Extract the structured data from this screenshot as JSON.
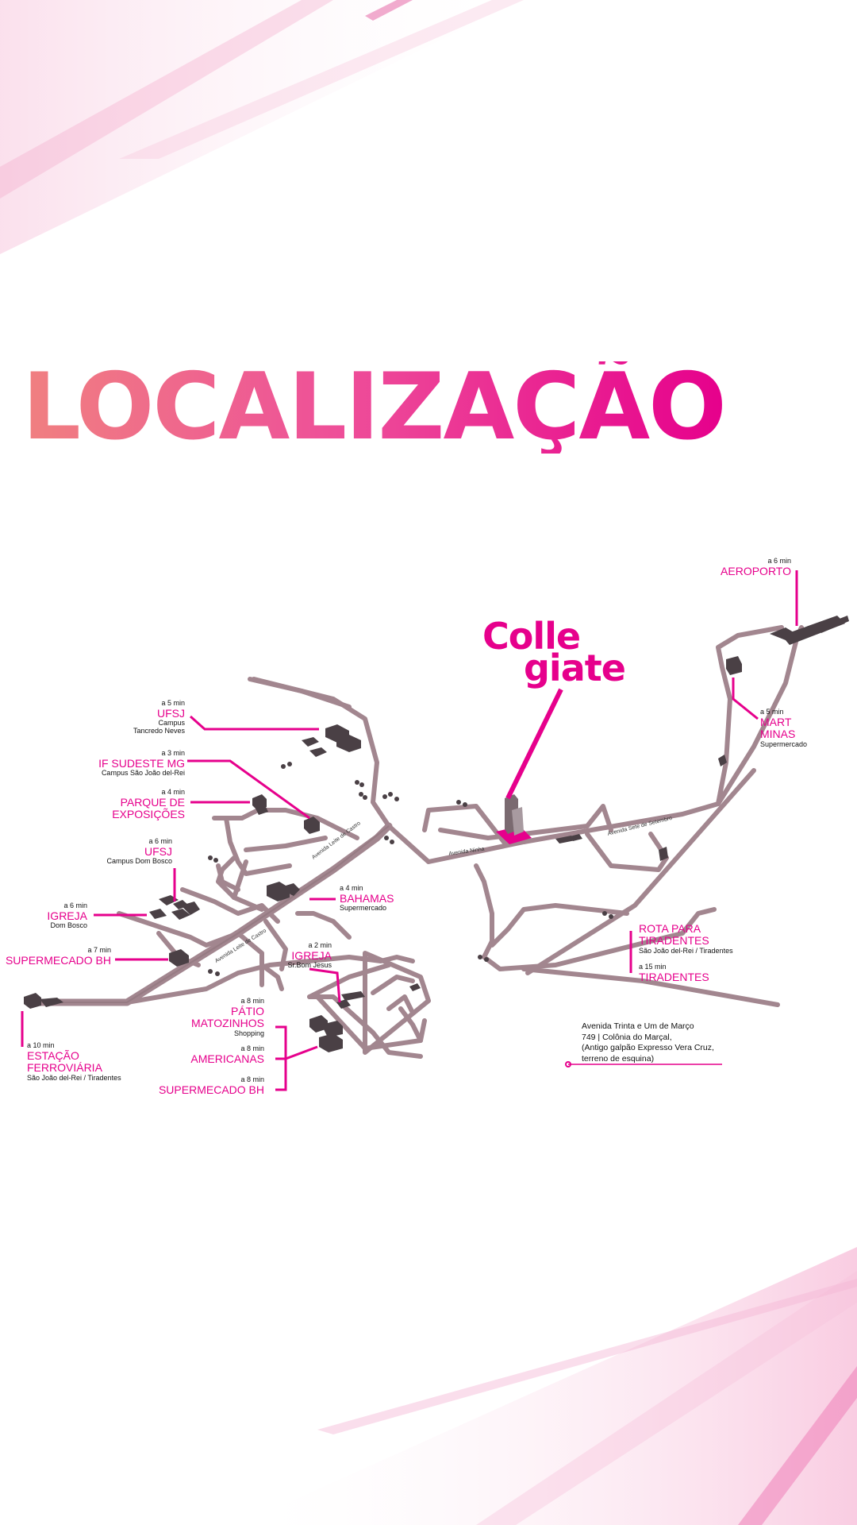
{
  "title": "LOCALIZAÇÃO",
  "brand": {
    "line1": "Colle",
    "line2": "giate"
  },
  "colors": {
    "accent": "#e6008c",
    "road": "#a2868f",
    "building": "#4a4045"
  },
  "address": {
    "line1": "Avenida Trinta e Um de Março",
    "line2": "749 | Colônia do Marçal,",
    "line3": "(Antigo galpão Expresso Vera Cruz,",
    "line4": "terreno de esquina)"
  },
  "pois": [
    {
      "time": "a 6 min",
      "name": "AEROPORTO",
      "sub": ""
    },
    {
      "time": "a 5 min",
      "name": "MART",
      "name2": "MINAS",
      "sub": "Supermercado"
    },
    {
      "time": "a 5 min",
      "name": "UFSJ",
      "sub": "Campus",
      "sub2": "Tancredo Neves"
    },
    {
      "time": "a 3 min",
      "name": "IF SUDESTE MG",
      "sub": "Campus São João del-Rei"
    },
    {
      "time": "a 4 min",
      "name": "PARQUE DE",
      "name2": "EXPOSIÇÕES",
      "sub": ""
    },
    {
      "time": "a 6 min",
      "name": "UFSJ",
      "sub": "Campus Dom Bosco"
    },
    {
      "time": "a 6 min",
      "name": "IGREJA",
      "sub": "Dom Bosco"
    },
    {
      "time": "a 7 min",
      "name": "SUPERMECADO BH",
      "sub": ""
    },
    {
      "time": "a 10 min",
      "name": "ESTAÇÃO",
      "name2": "FERROVIÁRIA",
      "sub": "São João del-Rei / Tiradentes"
    },
    {
      "time": "a 4 min",
      "name": "BAHAMAS",
      "sub": "Supermercado"
    },
    {
      "time": "a 2 min",
      "name": "IGREJA",
      "sub": "Sr.Bom Jesus"
    },
    {
      "time": "a 8 min",
      "name": "PÁTIO",
      "name2": "MATOZINHOS",
      "sub": "Shopping"
    },
    {
      "time": "a 8 min",
      "name": "AMERICANAS",
      "sub": ""
    },
    {
      "time": "a 8 min",
      "name": "SUPERMECADO BH",
      "sub": ""
    },
    {
      "time": "",
      "name": "ROTA PARA",
      "name2": "TIRADENTES",
      "sub": "São João del-Rei / Tiradentes"
    },
    {
      "time": "a 15 min",
      "name": "TIRADENTES",
      "sub": ""
    }
  ],
  "streets": [
    "Avenida Leite de Castro",
    "Avenida Leite de Castro",
    "Avenida Ninha",
    "Avenida Sete de Setembro"
  ]
}
